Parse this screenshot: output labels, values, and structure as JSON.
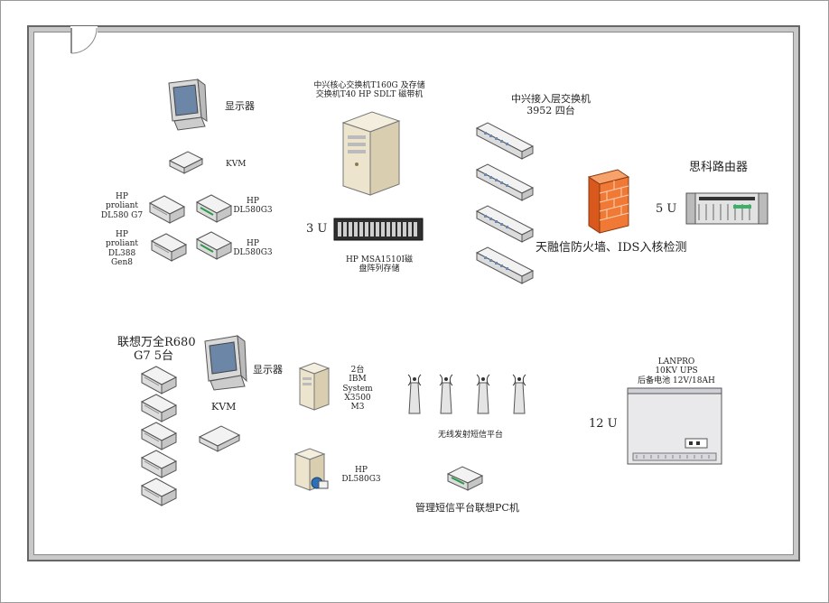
{
  "labels": {
    "monitor_top": "显示器",
    "kvm_top": "KVM",
    "hp_dl580g7": [
      "HP",
      "proliant",
      "DL580 G7"
    ],
    "hp_dl388": [
      "HP",
      "proliant",
      "DL388",
      "Gen8"
    ],
    "hp_dl580g3_1": [
      "HP",
      "DL580G3"
    ],
    "hp_dl580g3_2": [
      "HP",
      "DL580G3"
    ],
    "zte_core": [
      "中兴核心交换机T160G 及存储",
      "交换机T40 HP SDLT 磁带机"
    ],
    "msa_units": "3 U",
    "hp_msa": [
      "HP MSA1510I磁",
      "盘阵列存储"
    ],
    "zte_access": [
      "中兴接入层交换机",
      "3952 四台"
    ],
    "firewall": "天融信防火墙、IDS入核检测",
    "cisco_router": "思科路由器",
    "router_units": "5 U",
    "lenovo_r680": [
      "联想万全R680",
      "G7   5台"
    ],
    "monitor_bottom": "显示器",
    "kvm_bottom": "KVM",
    "ibm_x3500": [
      "2台",
      "IBM",
      "System",
      "X3500",
      "M3"
    ],
    "wireless": "无线发射短信平台",
    "hp_dl580g3_3": [
      "HP",
      "DL580G3"
    ],
    "lenovo_pc": "管理短信平台联想PC机",
    "ups_info": [
      "LANPRO",
      "10KV UPS",
      "后备电池 12V/18AH"
    ],
    "ups_units": "12 U"
  },
  "icons": [
    "monitor-icon",
    "kvm-icon",
    "server-icon",
    "tower-server-icon",
    "disk-array-icon",
    "switch-icon",
    "firewall-icon",
    "router-icon",
    "antenna-icon",
    "ups-icon",
    "pc-icon"
  ]
}
